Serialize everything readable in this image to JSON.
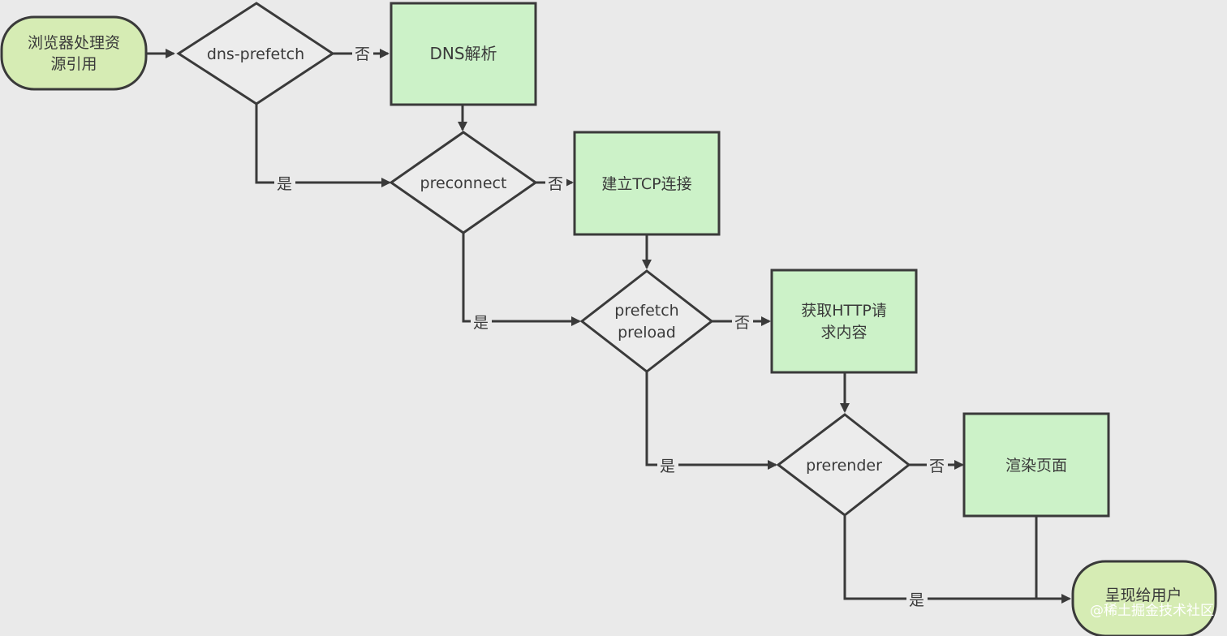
{
  "colors": {
    "background": "#eaeaea",
    "terminal_fill": "#d6ecb4",
    "process_fill": "#ccf2c8",
    "decision_fill": "#ececec",
    "stroke": "#3a3a3a"
  },
  "nodes": {
    "start": {
      "line1": "浏览器处理资",
      "line2": "源引用"
    },
    "dns_prefetch": {
      "label": "dns-prefetch"
    },
    "dns_resolve": {
      "label": "DNS解析"
    },
    "preconnect": {
      "label": "preconnect"
    },
    "tcp_connect": {
      "label": "建立TCP连接"
    },
    "prefetch_preload": {
      "line1": "prefetch",
      "line2": "preload"
    },
    "http_fetch": {
      "line1": "获取HTTP请",
      "line2": "求内容"
    },
    "prerender": {
      "label": "prerender"
    },
    "render_page": {
      "label": "渲染页面"
    },
    "present": {
      "label": "呈现给用户"
    }
  },
  "edges": {
    "yes": "是",
    "no": "否"
  },
  "watermark": "@稀土掘金技术社区"
}
